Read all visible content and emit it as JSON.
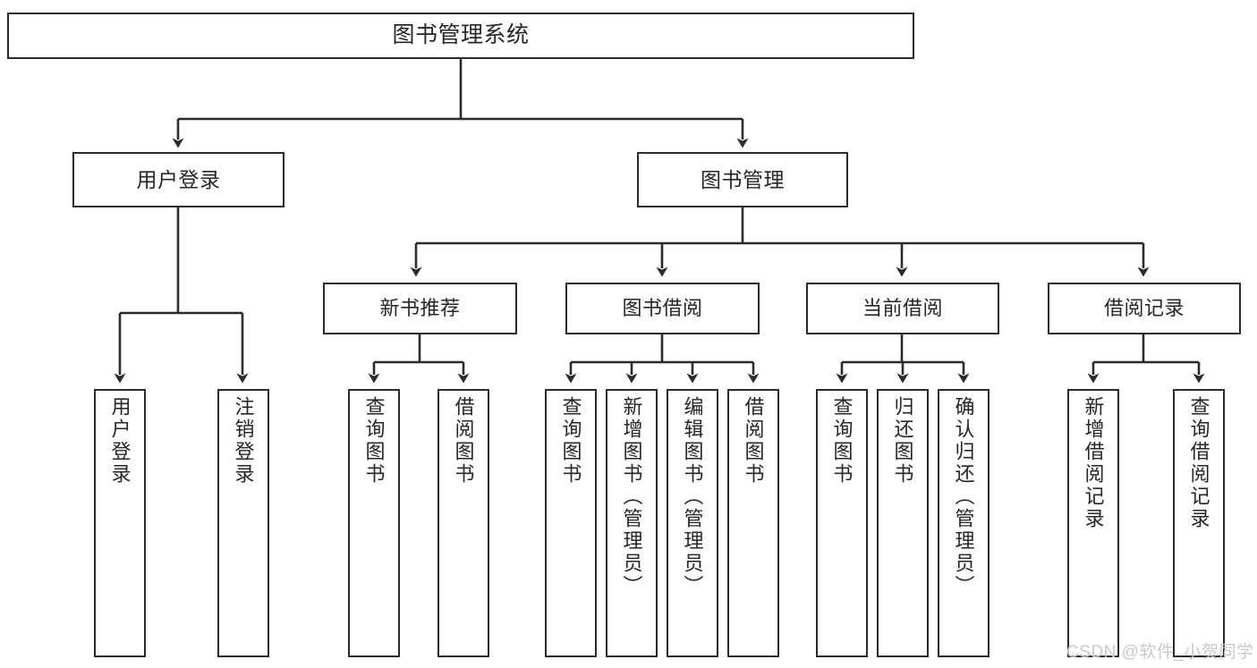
{
  "diagram": {
    "title_node": {
      "label": "图书管理系统"
    },
    "level2": [
      {
        "id": "user-login",
        "label": "用户登录"
      },
      {
        "id": "book-management",
        "label": "图书管理"
      }
    ],
    "level3": [
      {
        "id": "new-book-recommend",
        "label": "新书推荐",
        "parent": "book-management"
      },
      {
        "id": "book-borrow",
        "label": "图书借阅",
        "parent": "book-management"
      },
      {
        "id": "current-borrow",
        "label": "当前借阅",
        "parent": "book-management"
      },
      {
        "id": "borrow-record",
        "label": "借阅记录",
        "parent": "book-management"
      }
    ],
    "leaves": [
      {
        "id": "leaf-user-login",
        "label": "用户登录",
        "parent": "user-login"
      },
      {
        "id": "leaf-logout-login",
        "label": "注销登录",
        "parent": "user-login"
      },
      {
        "id": "leaf-query-book-1",
        "label": "查询图书",
        "parent": "new-book-recommend"
      },
      {
        "id": "leaf-borrow-book-1",
        "label": "借阅图书",
        "parent": "new-book-recommend"
      },
      {
        "id": "leaf-query-book-2",
        "label": "查询图书",
        "parent": "book-borrow"
      },
      {
        "id": "leaf-add-book",
        "label": "新增图书（管理员）",
        "parent": "book-borrow"
      },
      {
        "id": "leaf-edit-book",
        "label": "编辑图书（管理员）",
        "parent": "book-borrow"
      },
      {
        "id": "leaf-borrow-book-2",
        "label": "借阅图书",
        "parent": "book-borrow"
      },
      {
        "id": "leaf-query-book-3",
        "label": "查询图书",
        "parent": "current-borrow"
      },
      {
        "id": "leaf-return-book",
        "label": "归还图书",
        "parent": "current-borrow"
      },
      {
        "id": "leaf-confirm-return",
        "label": "确认归还（管理员）",
        "parent": "current-borrow"
      },
      {
        "id": "leaf-add-record",
        "label": "新增借阅记录",
        "parent": "borrow-record"
      },
      {
        "id": "leaf-query-record",
        "label": "查询借阅记录",
        "parent": "borrow-record"
      }
    ],
    "watermark": "CSDN @软件_小贺同学",
    "colors": {
      "border": "#2b2b2b",
      "text": "#262626",
      "background": "#ffffff",
      "watermark": "#c9c9c9"
    }
  }
}
